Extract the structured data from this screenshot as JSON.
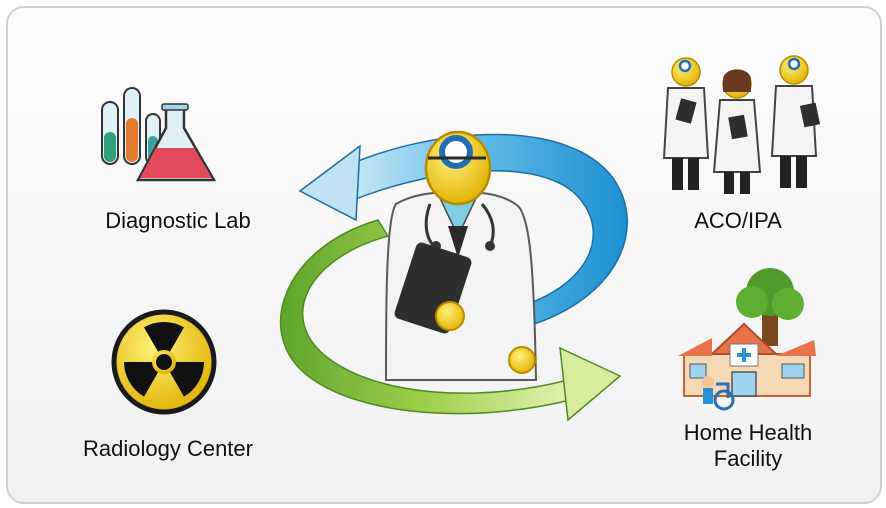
{
  "nodes": {
    "diagnostic_lab": "Diagnostic Lab",
    "aco_ipa": "ACO/IPA",
    "radiology_center": "Radiology Center",
    "home_health_line1": "Home Health",
    "home_health_line2": "Facility"
  },
  "icons": {
    "center": "doctor-icon",
    "lab": "lab-flask-icon",
    "aco": "doctor-group-icon",
    "radiology": "radiation-symbol-icon",
    "home": "home-health-building-icon"
  },
  "colors": {
    "arrow_top": "#3fa9e0",
    "arrow_bottom": "#8cc63f",
    "skin": "#f5c400",
    "coat": "#f2f2f2"
  }
}
